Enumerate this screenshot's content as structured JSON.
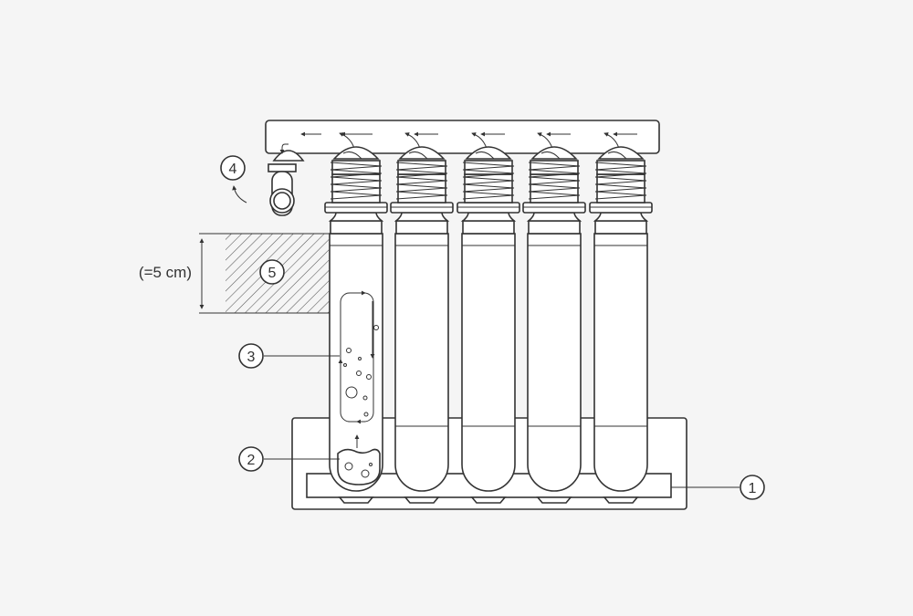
{
  "diagram": {
    "callouts": {
      "c1": "1",
      "c2": "2",
      "c3": "3",
      "c4": "4",
      "c5": "5"
    },
    "dimension_label": "(=5 cm)",
    "colors": {
      "line": "#333333",
      "background": "#f5f5f5",
      "fill": "#ffffff"
    },
    "tube_count": 5
  }
}
